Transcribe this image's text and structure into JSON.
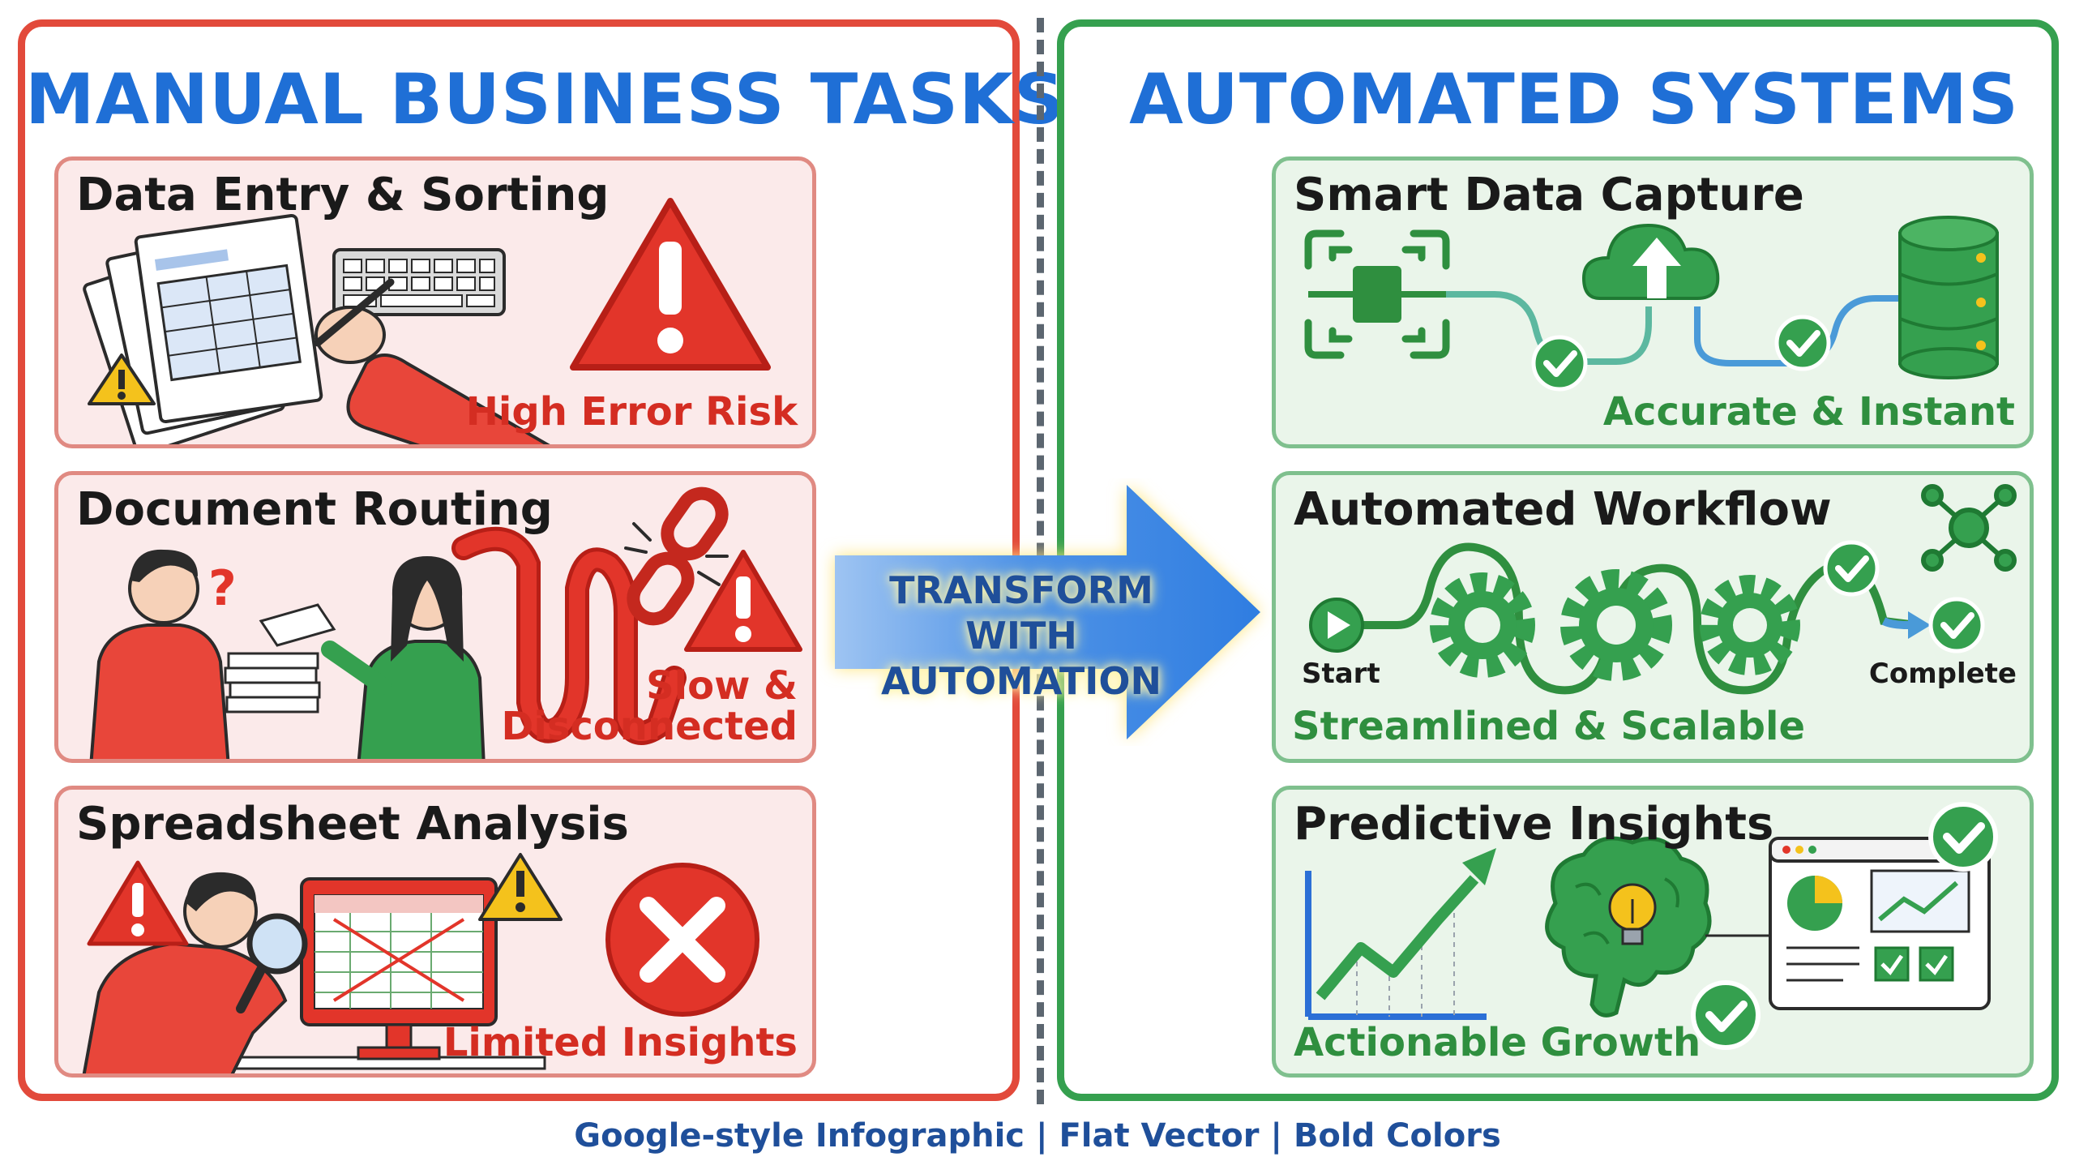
{
  "left_panel": {
    "title": "MANUAL BUSINESS TASKS",
    "cards": [
      {
        "title": "Data Entry & Sorting",
        "caption": "High Error Risk"
      },
      {
        "title": "Document Routing",
        "caption_line1": "Slow &",
        "caption_line2": "Disconnected"
      },
      {
        "title": "Spreadsheet Analysis",
        "caption": "Limited Insights"
      }
    ]
  },
  "center": {
    "arrow_line1": "TRANSFORM WITH",
    "arrow_line2": "AUTOMATION"
  },
  "right_panel": {
    "title": "AUTOMATED SYSTEMS",
    "cards": [
      {
        "title": "Smart Data Capture",
        "caption": "Accurate & Instant"
      },
      {
        "title": "Automated Workflow",
        "caption": "Streamlined & Scalable",
        "start_label": "Start",
        "complete_label": "Complete"
      },
      {
        "title": "Predictive Insights",
        "caption": "Actionable Growth"
      }
    ]
  },
  "footer": "Google-style Infographic | Flat Vector | Bold Colors",
  "colors": {
    "manual_red": "#e24a3b",
    "automated_green": "#35a04f",
    "title_blue": "#1f6fd6",
    "arrow_blue": "#2f7de1"
  },
  "icons": [
    "warning-triangle-icon",
    "error-x-icon",
    "broken-link-icon",
    "question-icon",
    "scan-icon",
    "cloud-upload-icon",
    "database-icon",
    "gear-icon",
    "check-circle-icon",
    "network-icon",
    "brain-bulb-icon",
    "trend-chart-icon",
    "dashboard-icon"
  ]
}
